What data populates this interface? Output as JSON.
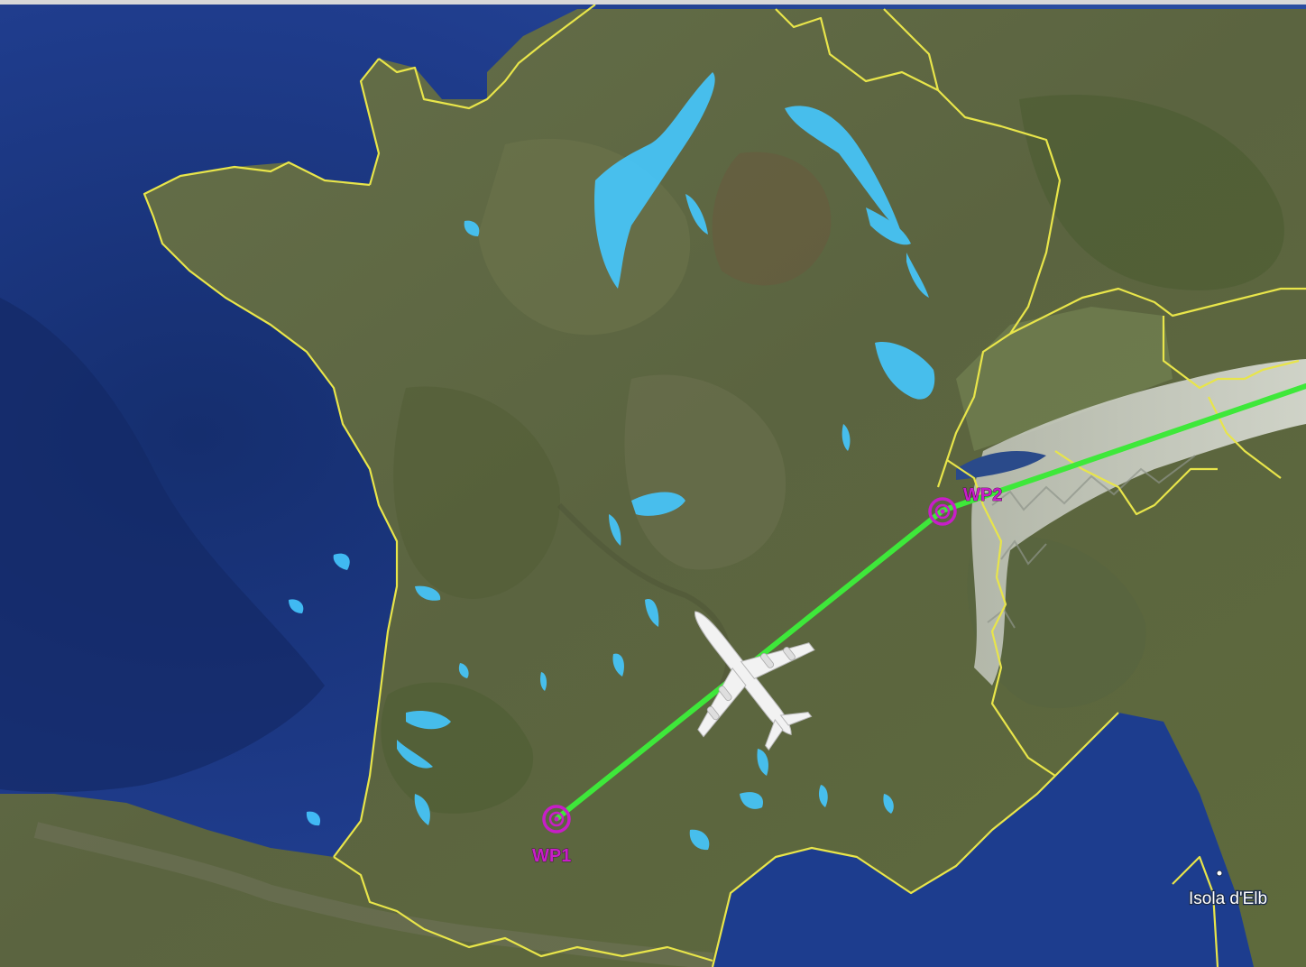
{
  "map": {
    "type": "satellite flight-route map with weather radar overlay",
    "colors": {
      "ocean": "#1f3c8c",
      "ocean_deep": "#142a66",
      "land": "#5f6a40",
      "land_dark": "#48532e",
      "land_light": "#7b7e55",
      "mountains_snow": "#d9dcd8",
      "borders": "#e8e54a",
      "route": "#3ee83a",
      "waypoint": "#c81ec8",
      "radar_echo": "#45c8ff",
      "aircraft": "#f2f2f2"
    },
    "waypoints": [
      {
        "id": "wp1",
        "label": "WP1",
        "icon": "target-ring-icon"
      },
      {
        "id": "wp2",
        "label": "WP2",
        "icon": "target-ring-icon"
      }
    ],
    "aircraft_icon": "airplane-icon",
    "place_labels": [
      {
        "text": "Isola d'Elb"
      }
    ]
  }
}
